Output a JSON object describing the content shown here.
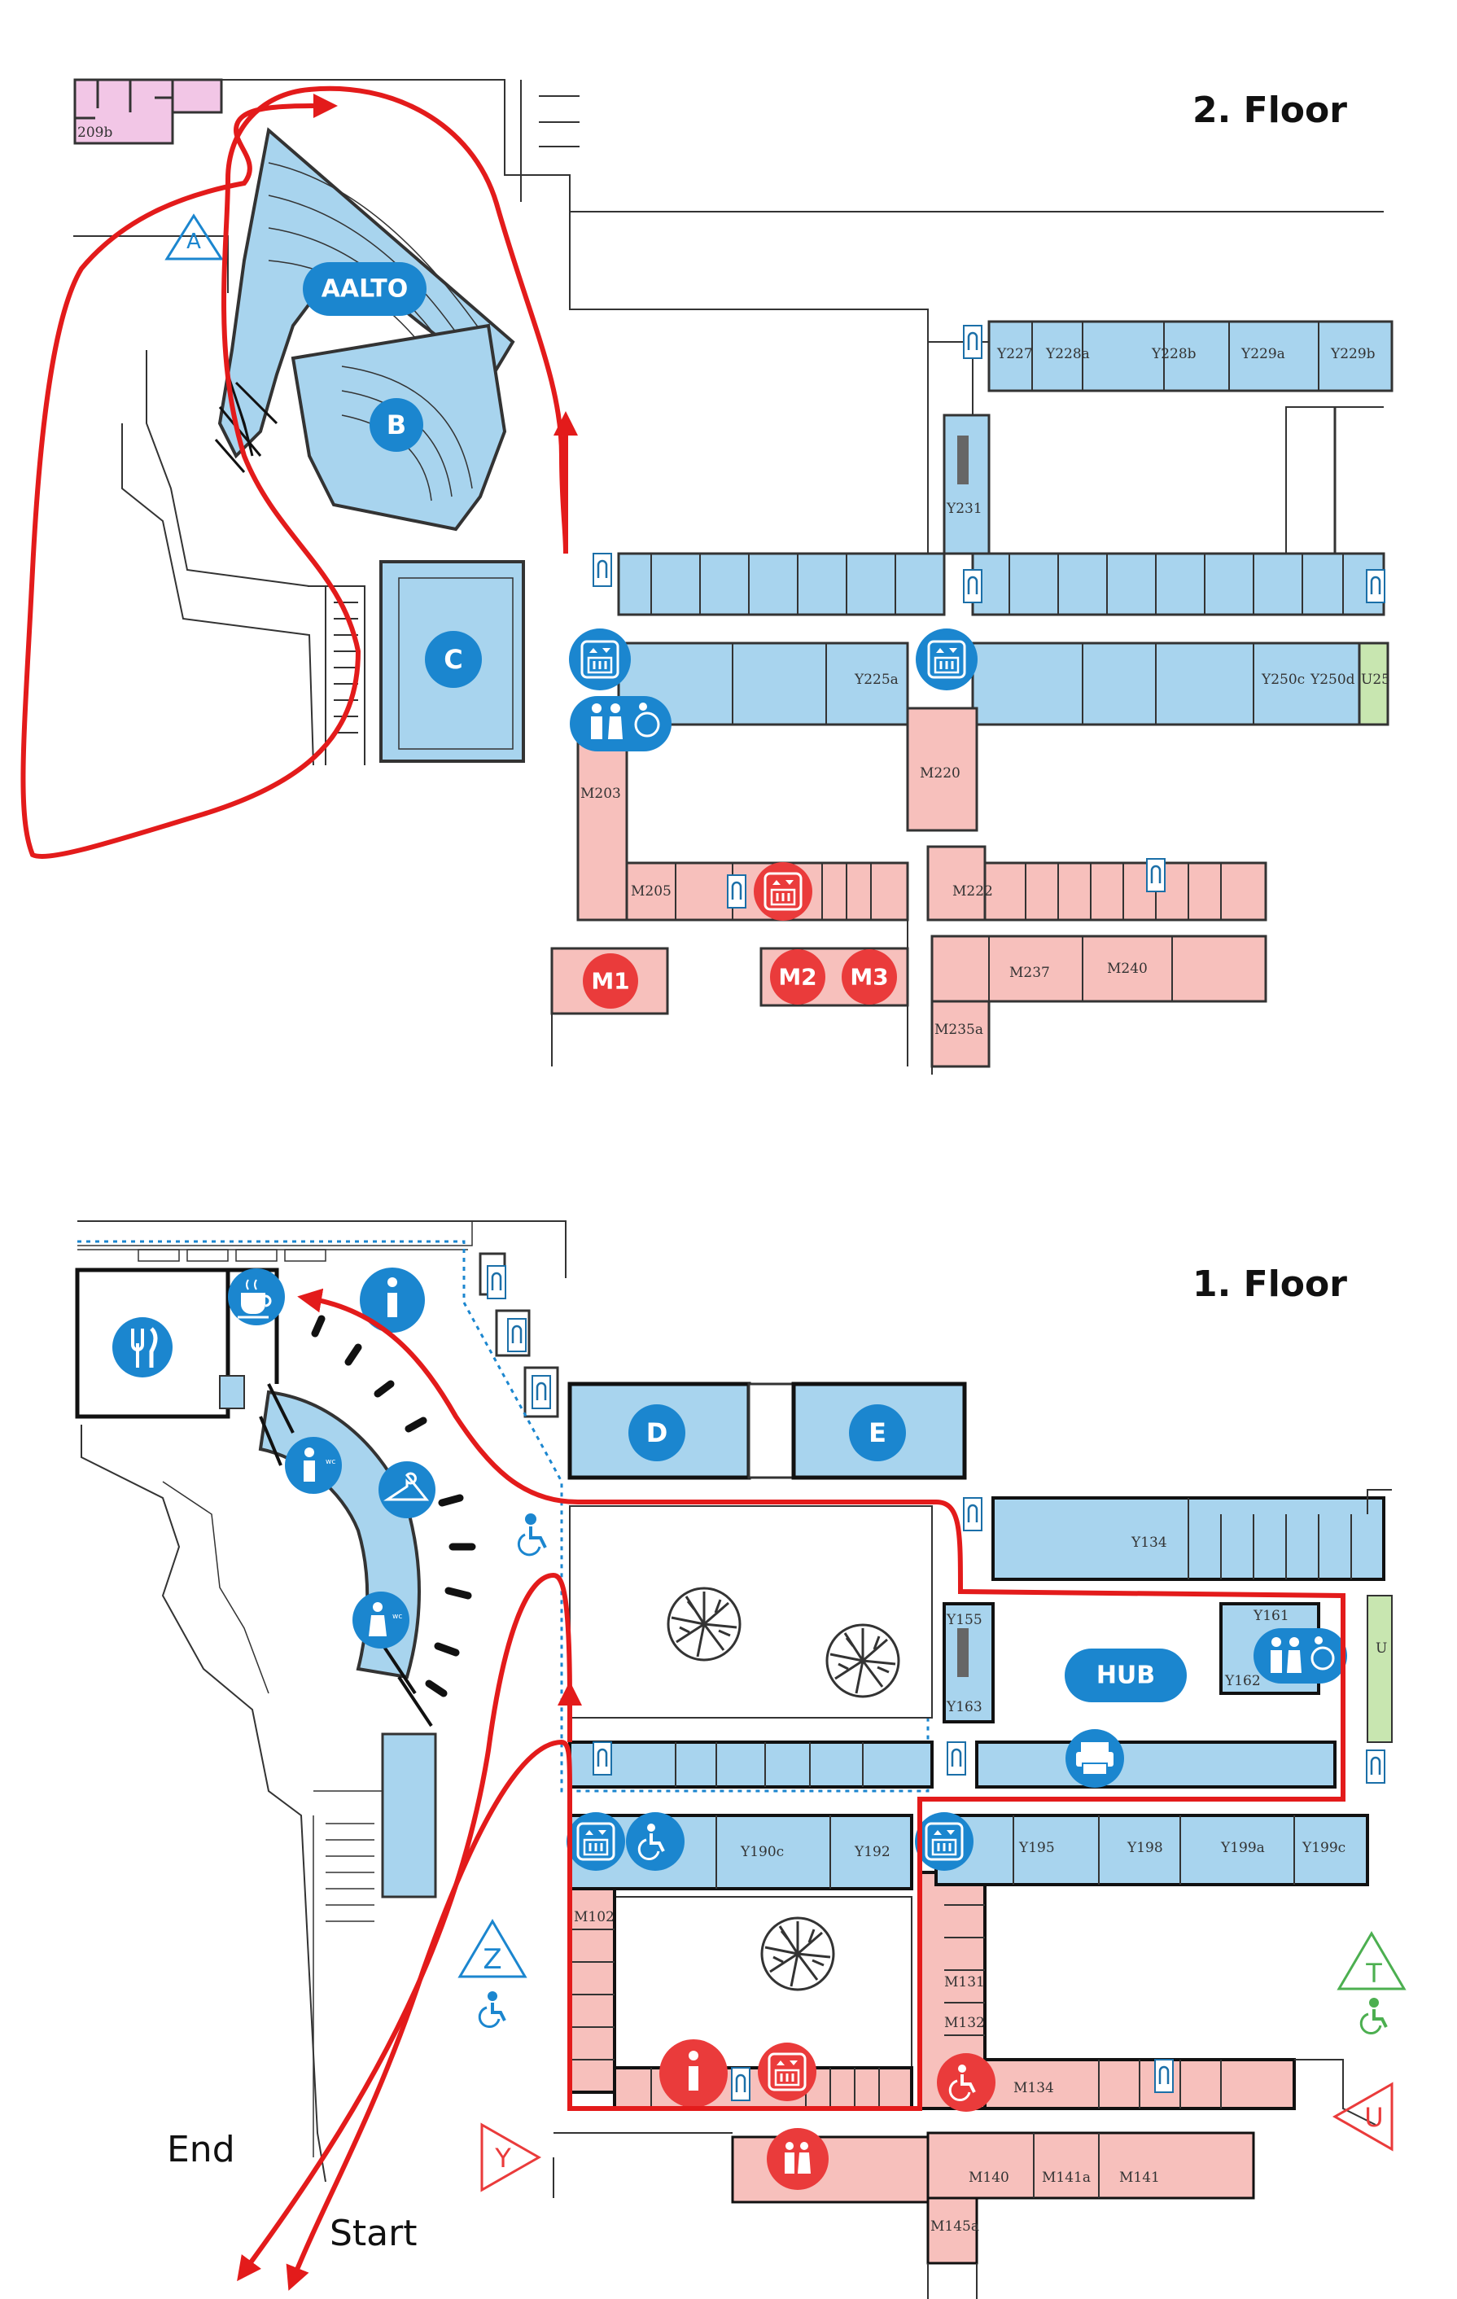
{
  "floors": {
    "upper": {
      "title": "2. Floor"
    },
    "lower": {
      "title": "1. Floor"
    }
  },
  "route": {
    "start_label": "Start",
    "end_label": "End",
    "color": "#e31b1b"
  },
  "colors": {
    "blue_zone": "#a8d4ee",
    "red_zone": "#f7c0bc",
    "pink_zone": "#f2c6e6",
    "green_zone": "#c8e6b0",
    "badge_blue": "#1b86cf",
    "badge_red": "#ea3b3b",
    "green_marker": "#4caf50"
  },
  "upper_badges": {
    "aalto": "AALTO",
    "b": "B",
    "c": "C",
    "m1": "M1",
    "m2": "M2",
    "m3": "M3"
  },
  "lower_badges": {
    "d": "D",
    "e": "E",
    "hub": "HUB"
  },
  "upper_rooms": {
    "r209b": "209b",
    "y227": "Y227",
    "y228a": "Y228a",
    "y228b": "Y228b",
    "y229a": "Y229a",
    "y229b": "Y229b",
    "y231": "Y231",
    "y225a": "Y225a",
    "y250c": "Y250c",
    "y250d": "Y250d",
    "u25": "U25",
    "m220": "M220",
    "m203": "M203",
    "m205": "M205",
    "m222": "M222",
    "m237": "M237",
    "m240": "M240",
    "m235a": "M235a"
  },
  "lower_rooms": {
    "y134": "Y134",
    "y155": "Y155",
    "y161": "Y161",
    "y162": "Y162",
    "y163": "Y163",
    "y190c": "Y190c",
    "y192": "Y192",
    "y195": "Y195",
    "y198": "Y198",
    "y199a": "Y199a",
    "y199c": "Y199c",
    "m102": "M102",
    "m131": "M131",
    "m132": "M132",
    "m134": "M134",
    "m140": "M140",
    "m141a": "M141a",
    "m141": "M141",
    "m145a": "M145a",
    "u": "U"
  },
  "entrances": {
    "a": "A",
    "z": "Z",
    "y": "Y",
    "t": "T",
    "u": "U"
  },
  "icons": [
    "info-icon",
    "cafe-icon",
    "restaurant-icon",
    "restroom-icon",
    "cloakroom-icon",
    "accessible-icon",
    "elevator-icon",
    "stairs-icon",
    "printer-icon",
    "tree-icon"
  ]
}
